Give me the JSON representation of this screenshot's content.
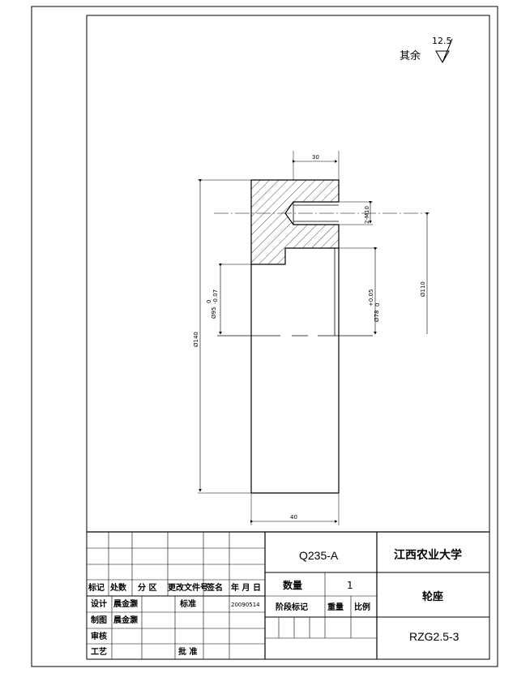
{
  "drawing": {
    "surface_finish": {
      "label": "其余",
      "value": "12.5"
    },
    "dimensions": {
      "top_width": "30",
      "bottom_width": "40",
      "thread": "2-M10",
      "outer_dia": "Ø140",
      "bore_dia_main": "Ø95",
      "bore_tol_upper": "0",
      "bore_tol_lower": "-0.07",
      "hub_dia_main": "Ø78",
      "hub_tol_upper": "+0.05",
      "hub_tol_lower": "0",
      "bolt_circle": "Ø110"
    }
  },
  "title_block": {
    "material": "Q235-A",
    "school": "江西农业大学",
    "part_name": "轮座",
    "drawing_no": "RZG2.5-3",
    "quantity_label": "数量",
    "quantity_value": "1",
    "stage_mark_label": "阶段标记",
    "weight_label": "重量",
    "scale_label": "比例",
    "header": {
      "mark": "标记",
      "count": "处数",
      "zone": "分 区",
      "change_doc": "更改文件号",
      "signature": "签名",
      "date": "年 月 日"
    },
    "rows": {
      "design_label": "设计",
      "design_name": "晨金灏",
      "standard_label": "标准",
      "date_value": "20090514",
      "drafting_label": "制图",
      "drafting_name": "晨金灏",
      "review_label": "审核",
      "process_label": "工艺",
      "approve_label": "批 准"
    }
  }
}
